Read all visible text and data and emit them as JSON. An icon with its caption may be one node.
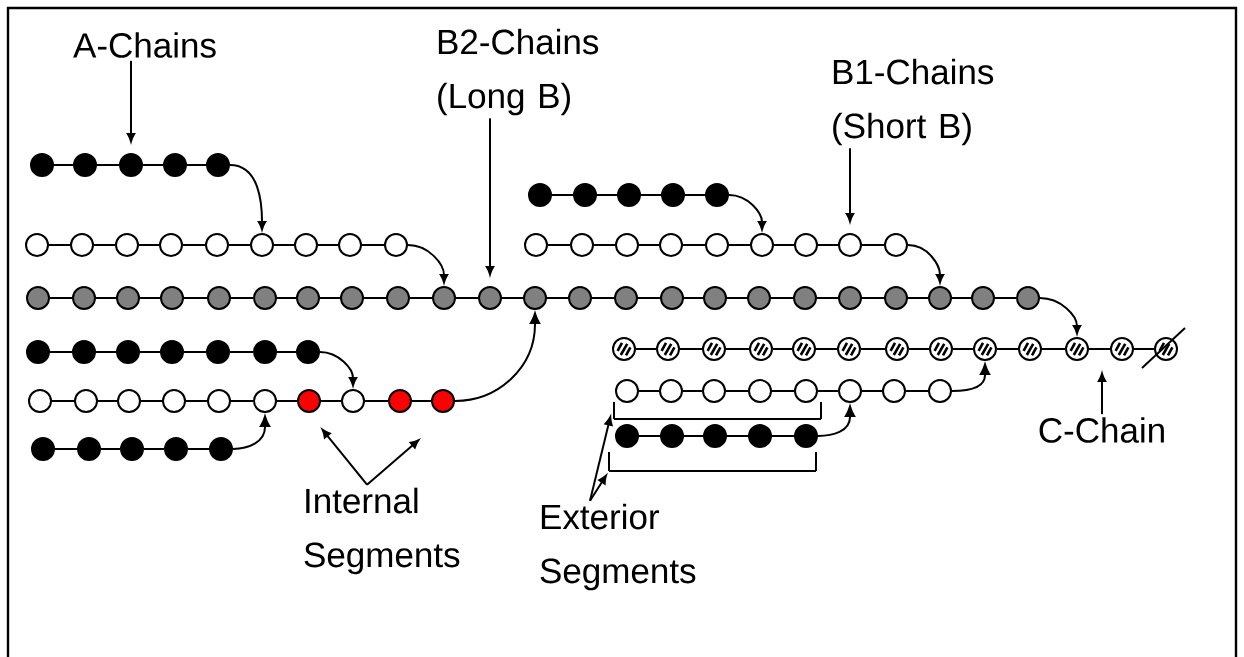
{
  "diagram": {
    "nodes": [
      {
        "text": [
          "A-Chains"
        ]
      },
      {
        "text": [
          "B2-Chains (Long B)"
        ]
      },
      {
        "text": [
          "B1-Chains (Short B)"
        ]
      },
      {
        "text": [],
        "shape": "circle"
      },
      {
        "text": [],
        "shape": "circle"
      },
      {
        "text": [],
        "shape": "circle"
      },
      {
        "text": [],
        "shape": "circle"
      },
      {
        "text": [],
        "shape": "circle"
      },
      {
        "text": [],
        "shape": "circle"
      },
      {
        "text": [],
        "shape": "circle"
      },
      {
        "text": [],
        "shape": "circle"
      },
      {
        "text": [],
        "shape": "circle"
      },
      {
        "text": [],
        "shape": "circle"
      },
      {
        "text": [],
        "shape": "circle"
      },
      {
        "text": [],
        "shape": "circle"
      },
      {
        "text": [],
        "shape": "circle"
      },
      {
        "text": [],
        "shape": "circle"
      },
      {
        "text": [],
        "shape": "circle"
      },
      {
        "text": [],
        "shape": "circle"
      },
      {
        "text": [],
        "shape": "circle"
      },
      {
        "text": [],
        "shape": "circle"
      },
      {
        "text": [],
        "shape": "circle"
      },
      {
        "text": [],
        "shape": "circle"
      },
      {
        "text": [],
        "shape": "circle"
      },
      {
        "text": [],
        "shape": "circle"
      },
      {
        "text": [],
        "shape": "circle"
      },
      {
        "text": [],
        "shape": "circle"
      },
      {
        "text": [],
        "shape": "circle"
      },
      {
        "text": [],
        "shape": "circle"
      },
      {
        "text": [],
        "shape": "circle"
      },
      {
        "text": [],
        "shape": "circle"
      },
      {
        "text": [],
        "shape": "circle"
      },
      {
        "text": [],
        "shape": "circle"
      },
      {
        "text": [],
        "shape": "circle"
      },
      {
        "text": [],
        "shape": "circle"
      },
      {
        "text": [],
        "shape": "circle"
      },
      {
        "text": [],
        "shape": "circle"
      },
      {
        "text": [],
        "shape": "circle"
      },
      {
        "text": [],
        "shape": "circle"
      },
      {
        "text": [],
        "shape": "circle"
      },
      {
        "text": [],
        "shape": "circle"
      },
      {
        "text": [],
        "shape": "circle"
      },
      {
        "text": [],
        "shape": "circle"
      },
      {
        "text": [],
        "shape": "circle"
      },
      {
        "text": [],
        "shape": "circle"
      },
      {
        "text": [],
        "shape": "circle"
      },
      {
        "text": [],
        "shape": "circle"
      },
      {
        "text": [],
        "shape": "circle"
      },
      {
        "text": [],
        "shape": "circle"
      },
      {
        "text": [],
        "shape": "circle"
      },
      {
        "text": [],
        "shape": "circle"
      },
      {
        "text": [],
        "shape": "circle"
      },
      {
        "text": [],
        "shape": "circle"
      },
      {
        "text": [],
        "shape": "circle"
      },
      {
        "text": [],
        "shape": "circle"
      },
      {
        "text": [],
        "shape": "circle"
      },
      {
        "text": [],
        "shape": "circle"
      },
      {
        "text": [],
        "shape": "circle"
      },
      {
        "text": [],
        "shape": "circle"
      },
      {
        "text": [],
        "shape": "circle"
      },
      {
        "text": [],
        "shape": "circle"
      },
      {
        "text": [],
        "shape": "circle"
      },
      {
        "text": [],
        "shape": "circle"
      },
      {
        "text": [],
        "shape": "circle"
      },
      {
        "text": [],
        "shape": "circle"
      },
      {
        "text": [],
        "shape": "circle"
      },
      {
        "text": [],
        "shape": "circle"
      },
      {
        "text": [],
        "shape": "circle"
      },
      {
        "text": [],
        "shape": "circle"
      },
      {
        "text": [],
        "shape": "circle"
      },
      {
        "text": [],
        "shape": "circle"
      },
      {
        "text": [],
        "shape": "circle"
      },
      {
        "text": [],
        "shape": "circle"
      },
      {
        "text": [],
        "shape": "circle"
      },
      {
        "text": [],
        "shape": "circle"
      },
      {
        "text": [],
        "shape": "circle"
      },
      {
        "text": [],
        "shape": "circle"
      },
      {
        "text": [],
        "shape": "circle"
      },
      {
        "text": [],
        "shape": "circle"
      },
      {
        "text": [],
        "shape": "circle"
      },
      {
        "text": [],
        "shape": "circle"
      },
      {
        "text": [],
        "shape": "circle"
      },
      {
        "text": [],
        "shape": "circle"
      },
      {
        "text": [],
        "shape": "circle"
      },
      {
        "text": [],
        "shape": "circle"
      },
      {
        "text": [],
        "shape": "circle"
      },
      {
        "text": [],
        "shape": "circle"
      },
      {
        "text": [],
        "shape": "circle"
      },
      {
        "text": [],
        "shape": "circle"
      },
      {
        "text": [],
        "shape": "circle"
      },
      {
        "text": [],
        "shape": "circle"
      },
      {
        "text": [],
        "shape": "circle"
      },
      {
        "text": [],
        "shape": "circle"
      },
      {
        "text": [],
        "shape": "circle"
      },
      {
        "text": [],
        "shape": "circle"
      },
      {
        "text": [],
        "shape": "circle"
      },
      {
        "text": [],
        "shape": "circle"
      },
      {
        "text": [],
        "shape": "circle"
      },
      {
        "text": [],
        "shape": "circle"
      },
      {
        "text": [],
        "shape": "circle"
      },
      {
        "text": [],
        "shape": "circle"
      },
      {
        "text": [],
        "shape": "circle"
      },
      {
        "text": [
          "Internal Segments"
        ]
      },
      {
        "text": [
          "C-Chain"
        ]
      },
      {
        "text": [
          "Exterior Segments"
        ]
      },
      {
        "text": [],
        "shape": "bracket"
      },
      {
        "text": [],
        "shape": "bracket"
      }
    ],
    "edges": [
      {
        "from": 3,
        "to": 4,
        "arrow": "none"
      },
      {
        "from": 4,
        "to": 5,
        "arrow": "none"
      },
      {
        "from": 5,
        "to": 6,
        "arrow": "none"
      },
      {
        "from": 6,
        "to": 7,
        "arrow": "none"
      },
      {
        "from": 8,
        "to": 9,
        "arrow": "none"
      },
      {
        "from": 9,
        "to": 10,
        "arrow": "none"
      },
      {
        "from": 10,
        "to": 11,
        "arrow": "none"
      },
      {
        "from": 11,
        "to": 12,
        "arrow": "none"
      },
      {
        "from": 13,
        "to": 14,
        "arrow": "none"
      },
      {
        "from": 14,
        "to": 15,
        "arrow": "none"
      },
      {
        "from": 15,
        "to": 16,
        "arrow": "none"
      },
      {
        "from": 16,
        "to": 17,
        "arrow": "none"
      },
      {
        "from": 17,
        "to": 18,
        "arrow": "none"
      },
      {
        "from": 18,
        "to": 19,
        "arrow": "none"
      },
      {
        "from": 19,
        "to": 20,
        "arrow": "none"
      },
      {
        "from": 20,
        "to": 21,
        "arrow": "none"
      },
      {
        "from": 22,
        "to": 23,
        "arrow": "none"
      },
      {
        "from": 23,
        "to": 24,
        "arrow": "none"
      },
      {
        "from": 24,
        "to": 25,
        "arrow": "none"
      },
      {
        "from": 25,
        "to": 26,
        "arrow": "none"
      },
      {
        "from": 26,
        "to": 27,
        "arrow": "none"
      },
      {
        "from": 27,
        "to": 28,
        "arrow": "none"
      },
      {
        "from": 28,
        "to": 29,
        "arrow": "none"
      },
      {
        "from": 29,
        "to": 30,
        "arrow": "none"
      },
      {
        "from": 31,
        "to": 32,
        "arrow": "none"
      },
      {
        "from": 32,
        "to": 33,
        "arrow": "none"
      },
      {
        "from": 33,
        "to": 34,
        "arrow": "none"
      },
      {
        "from": 34,
        "to": 35,
        "arrow": "none"
      },
      {
        "from": 35,
        "to": 36,
        "arrow": "none"
      },
      {
        "from": 36,
        "to": 37,
        "arrow": "none"
      },
      {
        "from": 37,
        "to": 38,
        "arrow": "none"
      },
      {
        "from": 38,
        "to": 39,
        "arrow": "none"
      },
      {
        "from": 39,
        "to": 40,
        "arrow": "none"
      },
      {
        "from": 40,
        "to": 41,
        "arrow": "none"
      },
      {
        "from": 41,
        "to": 42,
        "arrow": "none"
      },
      {
        "from": 42,
        "to": 43,
        "arrow": "none"
      },
      {
        "from": 43,
        "to": 44,
        "arrow": "none"
      },
      {
        "from": 44,
        "to": 45,
        "arrow": "none"
      },
      {
        "from": 45,
        "to": 46,
        "arrow": "none"
      },
      {
        "from": 46,
        "to": 47,
        "arrow": "none"
      },
      {
        "from": 47,
        "to": 48,
        "arrow": "none"
      },
      {
        "from": 48,
        "to": 49,
        "arrow": "none"
      },
      {
        "from": 49,
        "to": 50,
        "arrow": "none"
      },
      {
        "from": 50,
        "to": 51,
        "arrow": "none"
      },
      {
        "from": 51,
        "to": 52,
        "arrow": "none"
      },
      {
        "from": 52,
        "to": 53,
        "arrow": "none"
      },
      {
        "from": 54,
        "to": 55,
        "arrow": "none"
      },
      {
        "from": 55,
        "to": 56,
        "arrow": "none"
      },
      {
        "from": 56,
        "to": 57,
        "arrow": "none"
      },
      {
        "from": 57,
        "to": 58,
        "arrow": "none"
      },
      {
        "from": 58,
        "to": 59,
        "arrow": "none"
      },
      {
        "from": 59,
        "to": 60,
        "arrow": "none"
      },
      {
        "from": 61,
        "to": 62,
        "arrow": "none"
      },
      {
        "from": 62,
        "to": 63,
        "arrow": "none"
      },
      {
        "from": 63,
        "to": 64,
        "arrow": "none"
      },
      {
        "from": 64,
        "to": 65,
        "arrow": "none"
      },
      {
        "from": 65,
        "to": 66,
        "arrow": "none"
      },
      {
        "from": 66,
        "to": 67,
        "arrow": "none"
      },
      {
        "from": 67,
        "to": 68,
        "arrow": "none"
      },
      {
        "from": 68,
        "to": 69,
        "arrow": "none"
      },
      {
        "from": 69,
        "to": 70,
        "arrow": "none"
      },
      {
        "from": 70,
        "to": 71,
        "arrow": "none"
      },
      {
        "from": 71,
        "to": 72,
        "arrow": "none"
      },
      {
        "from": 72,
        "to": 73,
        "arrow": "none"
      },
      {
        "from": 74,
        "to": 75,
        "arrow": "none"
      },
      {
        "from": 75,
        "to": 76,
        "arrow": "none"
      },
      {
        "from": 76,
        "to": 77,
        "arrow": "none"
      },
      {
        "from": 77,
        "to": 78,
        "arrow": "none"
      },
      {
        "from": 78,
        "to": 79,
        "arrow": "none"
      },
      {
        "from": 79,
        "to": 80,
        "arrow": "none"
      },
      {
        "from": 80,
        "to": 81,
        "arrow": "none"
      },
      {
        "from": 81,
        "to": 82,
        "arrow": "none"
      },
      {
        "from": 82,
        "to": 83,
        "arrow": "none"
      },
      {
        "from": 84,
        "to": 85,
        "arrow": "none"
      },
      {
        "from": 85,
        "to": 86,
        "arrow": "none"
      },
      {
        "from": 86,
        "to": 87,
        "arrow": "none"
      },
      {
        "from": 87,
        "to": 88,
        "arrow": "none"
      },
      {
        "from": 88,
        "to": 89,
        "arrow": "none"
      },
      {
        "from": 89,
        "to": 90,
        "arrow": "none"
      },
      {
        "from": 90,
        "to": 91,
        "arrow": "none"
      },
      {
        "from": 92,
        "to": 93,
        "arrow": "none"
      },
      {
        "from": 93,
        "to": 94,
        "arrow": "none"
      },
      {
        "from": 94,
        "to": 95,
        "arrow": "none"
      },
      {
        "from": 95,
        "to": 96,
        "arrow": "none"
      },
      {
        "from": 97,
        "to": 98,
        "arrow": "none"
      },
      {
        "from": 98,
        "to": 99,
        "arrow": "none"
      },
      {
        "from": 99,
        "to": 100,
        "arrow": "none"
      },
      {
        "from": 100,
        "to": 101,
        "arrow": "none"
      },
      {
        "from": 7,
        "to": 18,
        "arrow": "to"
      },
      {
        "from": 21,
        "to": 40,
        "arrow": "to"
      },
      {
        "from": 12,
        "to": 27,
        "arrow": "to"
      },
      {
        "from": 30,
        "to": 51,
        "arrow": "to"
      },
      {
        "from": 53,
        "to": 71,
        "arrow": "to"
      },
      {
        "from": 83,
        "to": 42,
        "arrow": "to"
      },
      {
        "from": 60,
        "to": 81,
        "arrow": "to"
      },
      {
        "from": 96,
        "to": 79,
        "arrow": "to"
      },
      {
        "from": 91,
        "to": 69,
        "arrow": "to"
      },
      {
        "from": 101,
        "to": 89,
        "arrow": "to"
      },
      {
        "from": 0,
        "to": 5,
        "arrow": "to"
      },
      {
        "from": 1,
        "to": 41,
        "arrow": "to"
      },
      {
        "from": 2,
        "to": 29,
        "arrow": "to"
      },
      {
        "from": 103,
        "to": null,
        "arrow": "to"
      },
      {
        "from": 102,
        "to": 80,
        "arrow": "to"
      },
      {
        "from": 102,
        "to": null,
        "arrow": "to"
      },
      {
        "from": 104,
        "to": 105,
        "arrow": "to"
      },
      {
        "from": 104,
        "to": 106,
        "arrow": "to"
      }
    ]
  }
}
